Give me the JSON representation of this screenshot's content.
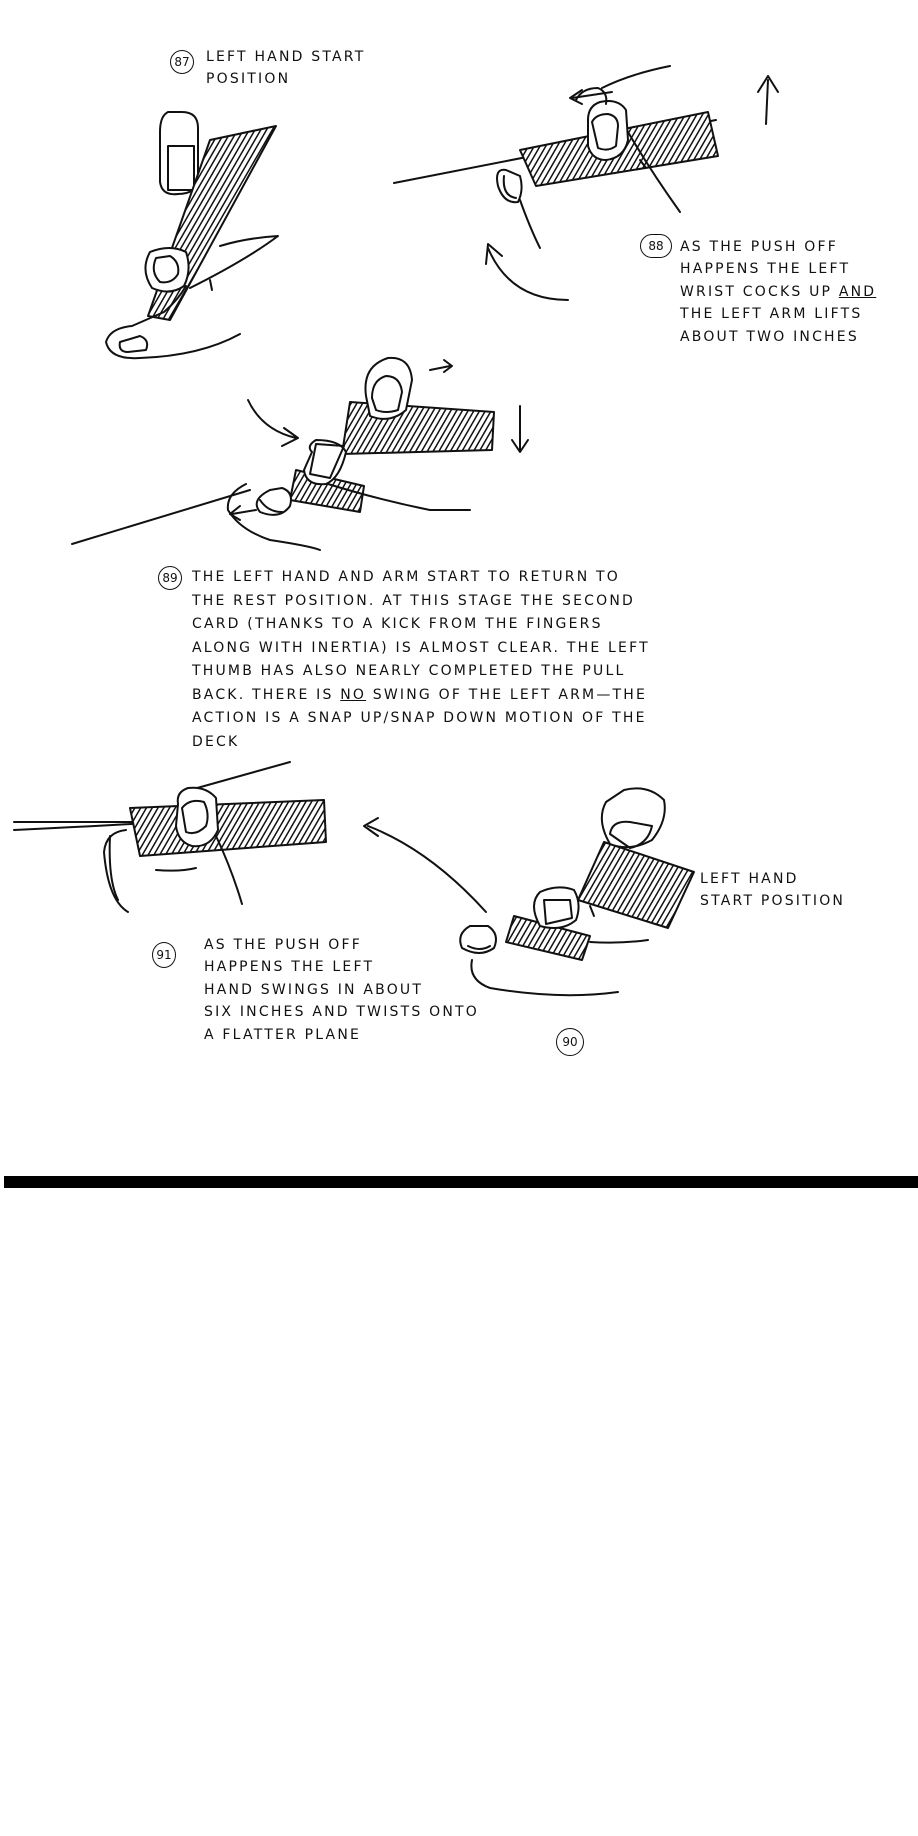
{
  "figures": [
    {
      "number": "87",
      "caption": "LEFT HAND START\n      POSITION"
    },
    {
      "number": "88",
      "caption_parts": [
        "AS THE PUSH OFF\nHAPPENS THE LEFT\nWRIST COCKS UP ",
        "AND",
        "\nTHE LEFT ARM LIFTS\nABOUT TWO INCHES"
      ]
    },
    {
      "number": "89",
      "caption_parts": [
        "THE LEFT HAND AND ARM START TO RETURN TO\nTHE REST POSITION. AT THIS STAGE THE SECOND\nCARD (THANKS TO A KICK FROM THE FINGERS\nALONG WITH INERTIA) IS ALMOST CLEAR. THE LEFT\nTHUMB HAS ALSO NEARLY COMPLETED THE PULL\nBACK. THERE IS ",
        "NO",
        " SWING OF THE LEFT ARM—THE\nACTION IS A SNAP UP/SNAP DOWN MOTION OF THE\nDECK"
      ]
    },
    {
      "number": "90",
      "caption": "LEFT HAND\nSTART POSITION"
    },
    {
      "number": "91",
      "caption": "AS THE PUSH OFF\nHAPPENS THE LEFT\nHAND SWINGS IN ABOUT\nSIX INCHES AND TWISTS ONTO\nA FLATTER PLANE"
    }
  ],
  "colors": {
    "ink": "#111111",
    "paper": "#ffffff",
    "divider": "#000000"
  }
}
